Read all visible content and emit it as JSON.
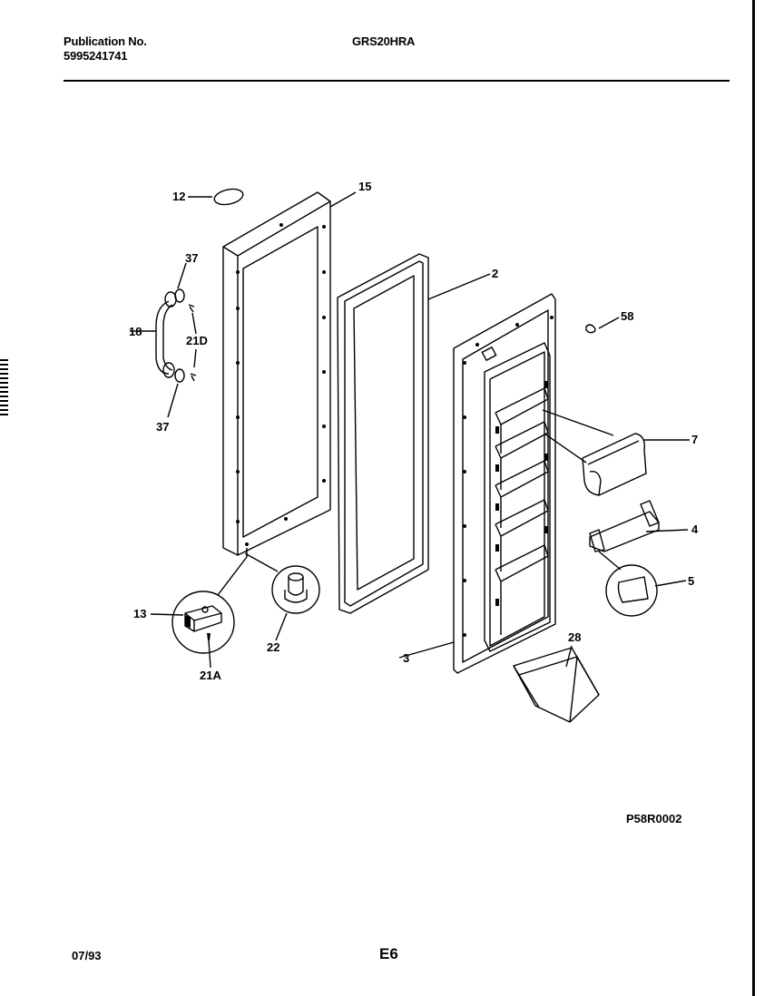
{
  "header": {
    "publication_label": "Publication No.",
    "publication_number": "5995241741",
    "model": "GRS20HRA"
  },
  "diagram": {
    "reference_code": "P58R0002",
    "callouts": [
      "12",
      "15",
      "37",
      "18",
      "21D",
      "37",
      "2",
      "58",
      "7",
      "4",
      "5",
      "13",
      "22",
      "21A",
      "3",
      "28"
    ]
  },
  "footer": {
    "date": "07/93",
    "page": "E6"
  }
}
